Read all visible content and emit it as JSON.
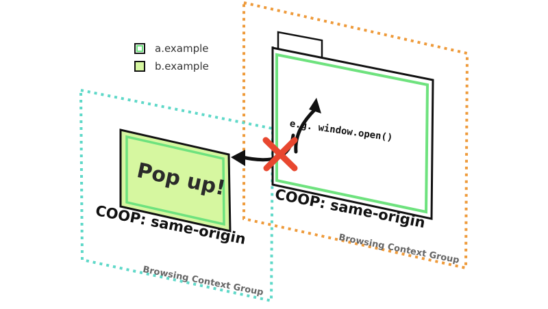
{
  "legend": [
    {
      "label": "a.example",
      "color": "#6ee27e"
    },
    {
      "label": "b.example",
      "color": "#d6f7a0"
    }
  ],
  "left_group": {
    "popup_text": "Pop up!",
    "coop_label": "COOP:  same-origin",
    "group_label": "Browsing Context Group",
    "border_color": "#5ed8c8"
  },
  "right_group": {
    "coop_label": "COOP:  same-origin",
    "group_label": "Browsing Context Group",
    "border_color": "#ee9a3a"
  },
  "action": {
    "code_label": "e.g. window.open()",
    "blocked_icon": "x-cross-icon",
    "blocked_color": "#e8472f"
  }
}
